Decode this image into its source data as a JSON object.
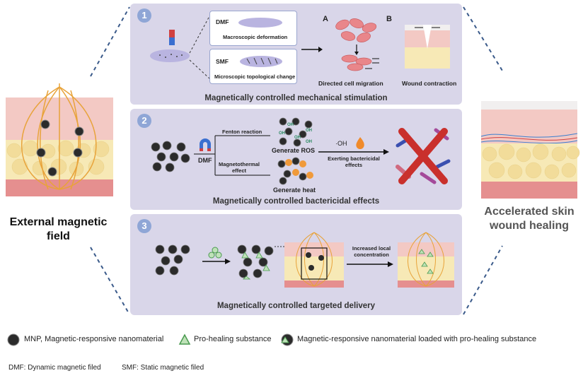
{
  "left_label": "External magnetic field",
  "right_label": "Accelerated skin wound healing",
  "panel1": {
    "number": "1",
    "dmf": "DMF",
    "macro": "Macroscopic deformation",
    "smf": "SMF",
    "micro": "Microscopic topological change",
    "label_a": "A",
    "label_b": "B",
    "migration": "Directed cell migration",
    "contraction": "Wound contraction",
    "title": "Magnetically controlled mechanical stimulation"
  },
  "panel2": {
    "number": "2",
    "dmf": "DMF",
    "fenton": "Fenton reaction",
    "magnetothermal": "Magnetothermal effect",
    "ros": "Generate ROS",
    "heat": "Generate heat",
    "oh": "·OH",
    "oh_small": "OH",
    "exerting": "Exerting bactericidal effects",
    "title": "Magnetically controlled bactericidal effects"
  },
  "panel3": {
    "number": "3",
    "increased": "Increased local concentration",
    "title": "Magnetically controlled targeted delivery"
  },
  "legend": {
    "mnp": "MNP, Magnetic-responsive nanomaterial",
    "pro": "Pro-healing substance",
    "loaded": "Magnetic-responsive nanomaterial loaded with pro-healing substance",
    "dmf_def": "DMF: Dynamic magnetic filed",
    "smf_def": "SMF: Static magnetic filed"
  },
  "colors": {
    "panel_bg": "#d9d6e9",
    "number_badge": "#8fa6d6",
    "field_line": "#e8a33a",
    "dermis": "#f3c9c4",
    "fat": "#f7e9b6",
    "muscle": "#e58f8f",
    "particle": "#2b2b2b",
    "cell": "#e9868a",
    "bacteria_cross": "#c9302c"
  }
}
